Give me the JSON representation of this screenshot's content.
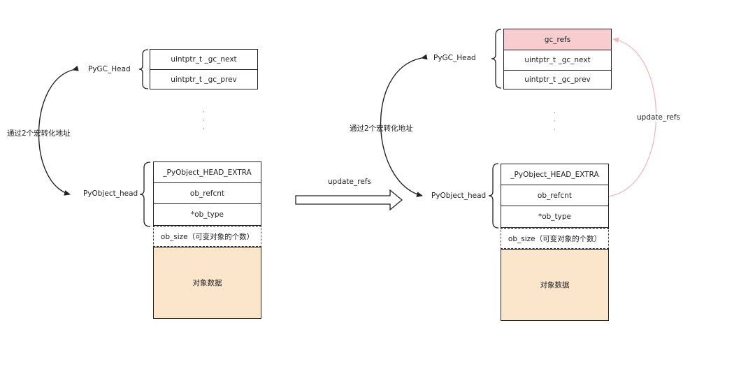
{
  "left": {
    "pygc_label": "PyGC_Head",
    "pyobject_label": "PyObject_head",
    "macro_label": "通过2个宏转化地址",
    "gc_rows": [
      "uintptr_t _gc_next",
      "uintptr_t _gc_prev"
    ],
    "head_rows": [
      "_PyObject_HEAD_EXTRA",
      "ob_refcnt",
      "*ob_type"
    ],
    "ob_size": "ob_size（可变对象的个数）",
    "data_label": "对象数据"
  },
  "middle": {
    "arrow_label": "update_refs"
  },
  "right": {
    "pygc_label": "PyGC_Head",
    "pyobject_label": "PyObject_head",
    "macro_label": "通过2个宏转化地址",
    "gc_refs": "gc_refs",
    "gc_rows": [
      "uintptr_t _gc_next",
      "uintptr_t _gc_prev"
    ],
    "head_rows": [
      "_PyObject_HEAD_EXTRA",
      "ob_refcnt",
      "*ob_type"
    ],
    "ob_size": "ob_size（可变对象的个数）",
    "data_label": "对象数据",
    "curve_label": "update_refs"
  },
  "colors": {
    "gc_refs_fill": "#f7cdd0",
    "data_fill": "#fbe6cc",
    "refs_arrow": "#f4b8bd",
    "line": "#222222"
  }
}
